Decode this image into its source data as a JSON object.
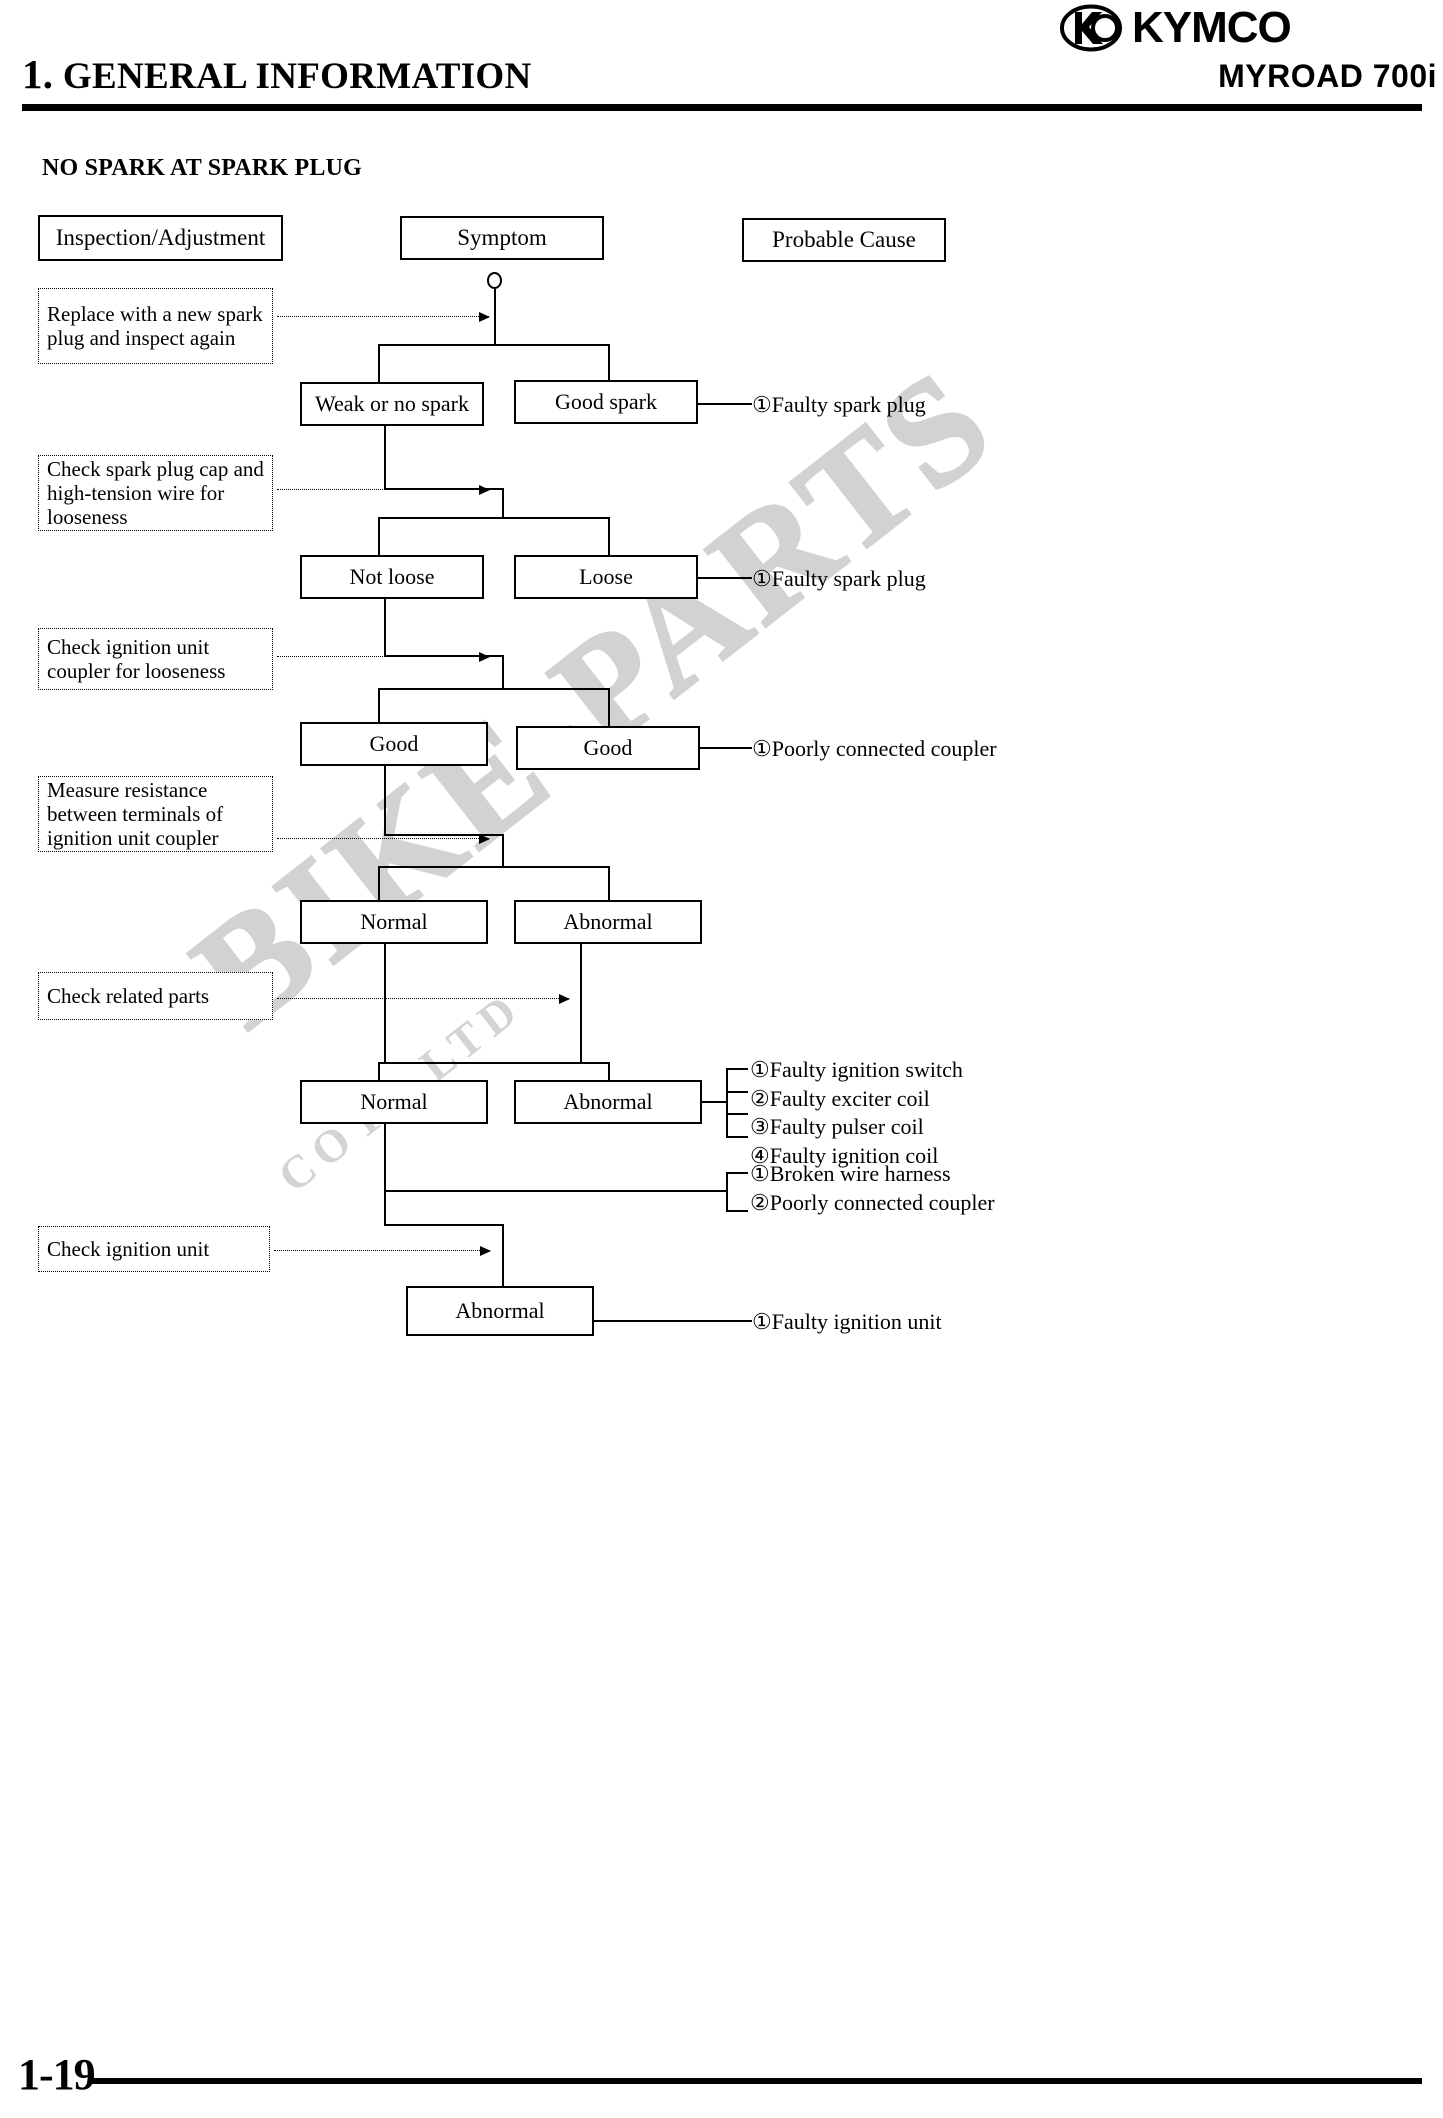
{
  "header": {
    "chapter_number": "1.",
    "chapter_title": "GENERAL INFORMATION",
    "brand": "KYMCO",
    "model": "MYROAD 700i",
    "logo_icon": "kymco-logo-icon"
  },
  "section_title": "NO SPARK AT SPARK PLUG",
  "watermark": {
    "line1": "BIKE-PARTS",
    "line2": "COYA LTD"
  },
  "columns": {
    "inspection": "Inspection/Adjustment",
    "symptom": "Symptom",
    "probable_cause": "Probable Cause"
  },
  "inspections": [
    {
      "id": "insp-1",
      "text": "Replace with a new spark plug and inspect again"
    },
    {
      "id": "insp-2",
      "text": "Check spark plug cap and high-tension wire for looseness"
    },
    {
      "id": "insp-3",
      "text": "Check ignition unit coupler for looseness"
    },
    {
      "id": "insp-4",
      "text": "Measure resistance between terminals of ignition unit coupler"
    },
    {
      "id": "insp-5",
      "text": "Check related parts"
    },
    {
      "id": "insp-6",
      "text": "Check ignition unit"
    }
  ],
  "symptoms": [
    {
      "id": "sym-1-left",
      "text": "Weak or no spark"
    },
    {
      "id": "sym-1-right",
      "text": "Good spark"
    },
    {
      "id": "sym-2-left",
      "text": "Not loose"
    },
    {
      "id": "sym-2-right",
      "text": "Loose"
    },
    {
      "id": "sym-3-left",
      "text": "Good"
    },
    {
      "id": "sym-3-right",
      "text": "Good"
    },
    {
      "id": "sym-4-left",
      "text": "Normal"
    },
    {
      "id": "sym-4-right",
      "text": "Abnormal"
    },
    {
      "id": "sym-5-left",
      "text": "Normal"
    },
    {
      "id": "sym-5-right",
      "text": "Abnormal"
    },
    {
      "id": "sym-6",
      "text": "Abnormal"
    }
  ],
  "causes": [
    {
      "id": "cause-1",
      "items": [
        "①Faulty spark plug"
      ]
    },
    {
      "id": "cause-2",
      "items": [
        "①Faulty spark plug"
      ]
    },
    {
      "id": "cause-3",
      "items": [
        "①Poorly connected coupler"
      ]
    },
    {
      "id": "cause-4",
      "items": [
        "①Faulty ignition switch",
        "②Faulty exciter coil",
        "③Faulty pulser coil",
        "④Faulty ignition coil"
      ]
    },
    {
      "id": "cause-5",
      "items": [
        "①Broken wire harness",
        "②Poorly connected coupler"
      ]
    },
    {
      "id": "cause-6",
      "items": [
        "①Faulty ignition unit"
      ]
    }
  ],
  "footer": {
    "page_number": "1-19"
  }
}
